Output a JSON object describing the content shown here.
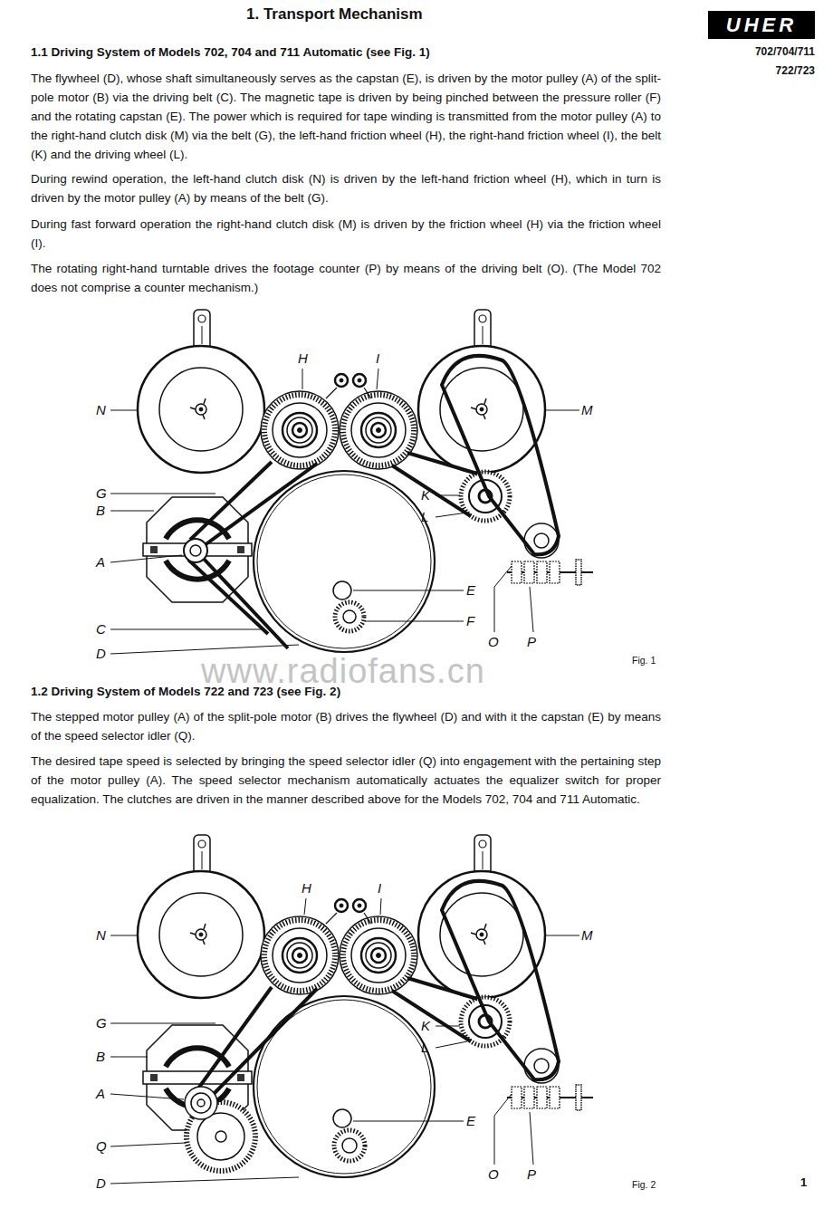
{
  "diagram": {
    "title": "1. Transport Mechanism",
    "nodes": [
      {
        "text": [
          "UHER"
        ]
      }
    ],
    "labels": [
      "702/704/711",
      "722/723",
      "1.1 Driving System of Models 702, 704 and 711 Automatic (see Fig. 1)",
      "The flywheel (D), whose shaft simultaneously serves as the capstan (E), is driven by the motor pulley (A) of the split-pole motor (B) via the driving belt (C). The magnetic tape is driven by being pinched between the pressure roller (F) and the rotating capstan (E). The power which is required for tape winding is transmitted from the motor pulley (A) to the right-hand clutch disk (M) via the belt (G), the left-hand friction wheel (H), the right-hand friction wheel (I), the belt (K) and the driving wheel (L).",
      "During rewind operation, the left-hand clutch disk (N) is driven by the left-hand friction wheel (H), which in turn is driven by the motor pulley (A) by means of the belt (G).",
      "During fast forward operation the right-hand clutch disk (M) is driven by the friction wheel (H) via the friction wheel (I).",
      "The rotating right-hand turntable drives the footage counter (P) by means of the driving belt (O). (The Model 702 does not comprise a counter mechanism.)",
      "H",
      "I",
      "N",
      "M",
      "G",
      "B",
      "K",
      "L",
      "A",
      "E",
      "F",
      "C",
      "D",
      "O",
      "P",
      "Fig. 1",
      "www.radiofans.cn",
      "1.2 Driving System of Models 722 and 723 (see Fig. 2)",
      "The stepped motor pulley (A) of the split-pole motor (B) drives the flywheel (D) and with it the capstan (E) by means of the speed selector idler (Q).",
      "The desired tape speed is selected by bringing the speed selector idler (Q) into engagement with the pertaining step of the motor pulley (A). The speed selector mechanism automatically actuates the equalizer switch for proper equalization. The clutches are driven in the manner described above for the Models 702, 704 and 711 Automatic.",
      "H",
      "I",
      "N",
      "M",
      "G",
      "B",
      "K",
      "L",
      "A",
      "Q",
      "E",
      "D",
      "O",
      "P",
      "Fig. 2",
      "1"
    ]
  }
}
